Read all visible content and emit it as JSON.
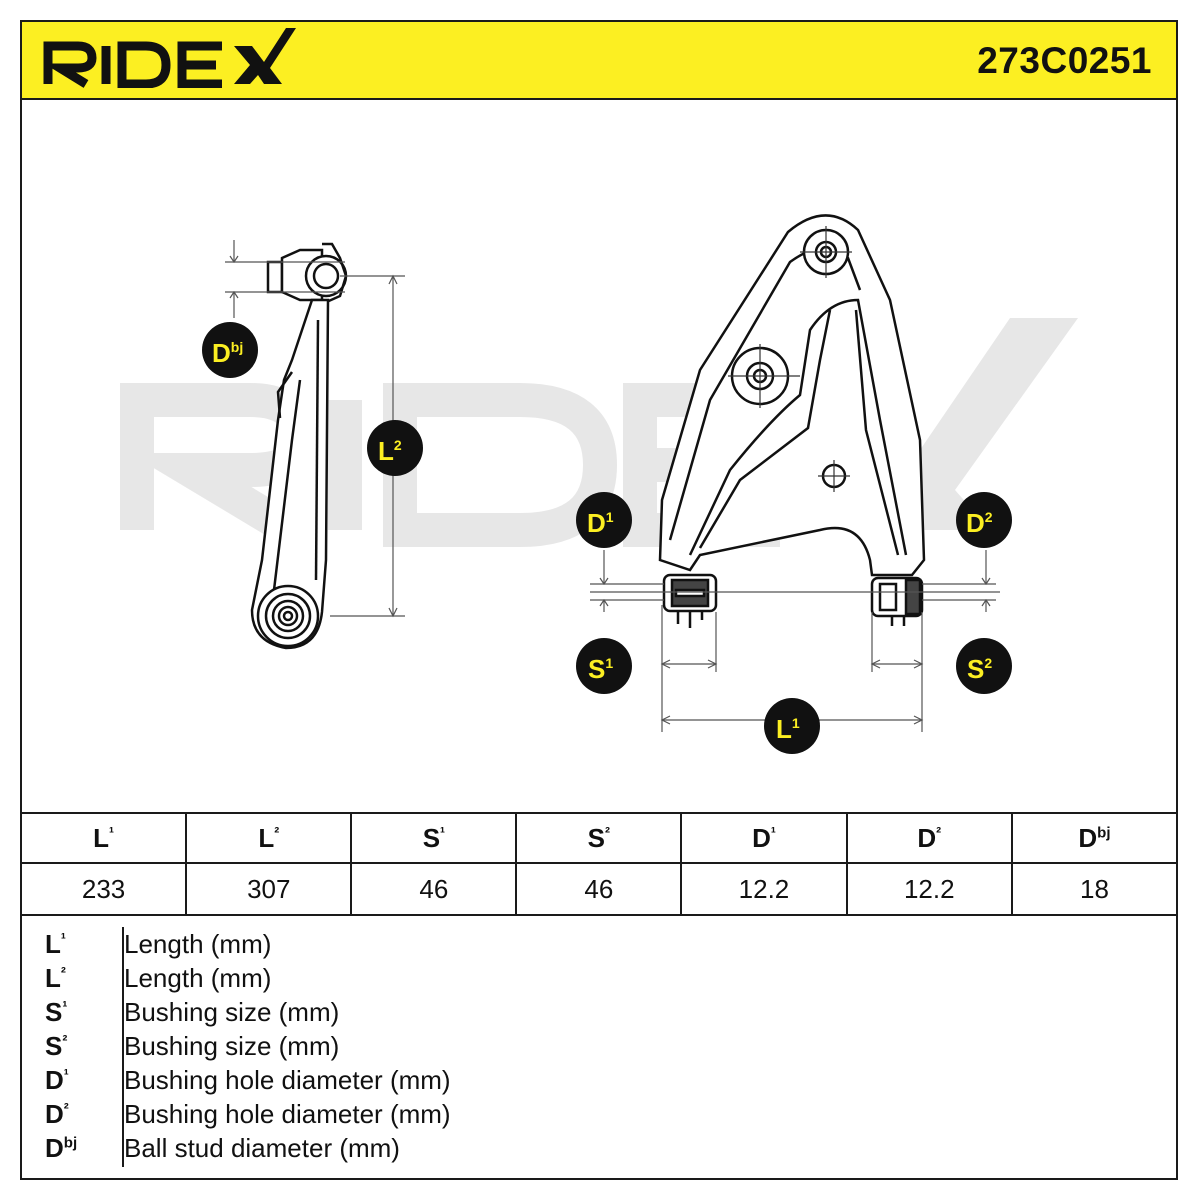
{
  "brand": {
    "logo_text": "RIDEX",
    "accent_color": "#fcef22",
    "watermark_color": "#e7e7e7"
  },
  "part_number": "273C0251",
  "callouts": {
    "dbj": {
      "base": "D",
      "sup": "bj"
    },
    "l2": {
      "base": "L",
      "sup": "2"
    },
    "d1": {
      "base": "D",
      "sup": "1"
    },
    "d2": {
      "base": "D",
      "sup": "2"
    },
    "s1": {
      "base": "S",
      "sup": "1"
    },
    "s2": {
      "base": "S",
      "sup": "2"
    },
    "l1": {
      "base": "L",
      "sup": "1"
    }
  },
  "spec_table": {
    "headers": [
      {
        "base": "L",
        "sup": "¹"
      },
      {
        "base": "L",
        "sup": "²"
      },
      {
        "base": "S",
        "sup": "¹"
      },
      {
        "base": "S",
        "sup": "²"
      },
      {
        "base": "D",
        "sup": "¹"
      },
      {
        "base": "D",
        "sup": "²"
      },
      {
        "base": "D",
        "sup": "bj"
      }
    ],
    "values": [
      "233",
      "307",
      "46",
      "46",
      "12.2",
      "12.2",
      "18"
    ]
  },
  "legend": [
    {
      "base": "L",
      "sup": "¹",
      "desc": "Length (mm)"
    },
    {
      "base": "L",
      "sup": "²",
      "desc": "Length (mm)"
    },
    {
      "base": "S",
      "sup": "¹",
      "desc": "Bushing size (mm)"
    },
    {
      "base": "S",
      "sup": "²",
      "desc": "Bushing size (mm)"
    },
    {
      "base": "D",
      "sup": "¹",
      "desc": "Bushing hole diameter (mm)"
    },
    {
      "base": "D",
      "sup": "²",
      "desc": "Bushing hole diameter (mm)"
    },
    {
      "base": "D",
      "sup": "bj",
      "desc": "Ball stud diameter (mm)"
    }
  ]
}
